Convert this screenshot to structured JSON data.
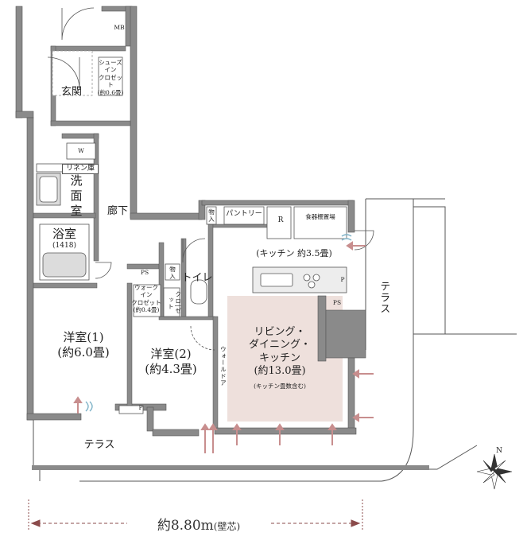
{
  "rooms": {
    "mb": "MB",
    "entrance": "玄関",
    "shoes_closet": "シューズ\nイン\nクロゼット\n(約0.6畳)",
    "w": "W",
    "linen": "リネン庫",
    "washroom": "洗\n面\n室",
    "corridor": "廊下",
    "bathroom": "浴室",
    "bathroom_size": "(1418)",
    "storage1": "物\n入",
    "pantry": "パントリー",
    "fridge": "R",
    "cupboard": "食器棚置場",
    "kitchen": "(キッチン 約3.5畳)",
    "ps_left": "PS",
    "storage2": "物\n入",
    "toilet": "トイレ",
    "walkin_closet": "ウォーク\nイン\nクロゼット\n(約0.4畳)",
    "closet": "クロ|ゼット",
    "p_kitchen": "P",
    "ps_right": "PS",
    "terrace_right": "テラス",
    "western1": "洋室(1)\n(約6.0畳)",
    "western2": "洋室(2)\n(約4.3畳)",
    "wall_door": "ウォールドア",
    "ldk": "リビング・\nダイニング・\nキッチン\n(約13.0畳)",
    "ldk_note": "(キッチン畳数含む)",
    "p_bottom": "P",
    "terrace_bottom": "テラス"
  },
  "dimension": {
    "prefix": "約",
    "value": "8.80",
    "unit": "m",
    "note": "(壁芯)"
  },
  "compass": "N",
  "colors": {
    "wall": "#7d7d7d",
    "floor_ldk": "#eee0dc",
    "arrow": "#c88e8e",
    "line": "#444444"
  }
}
